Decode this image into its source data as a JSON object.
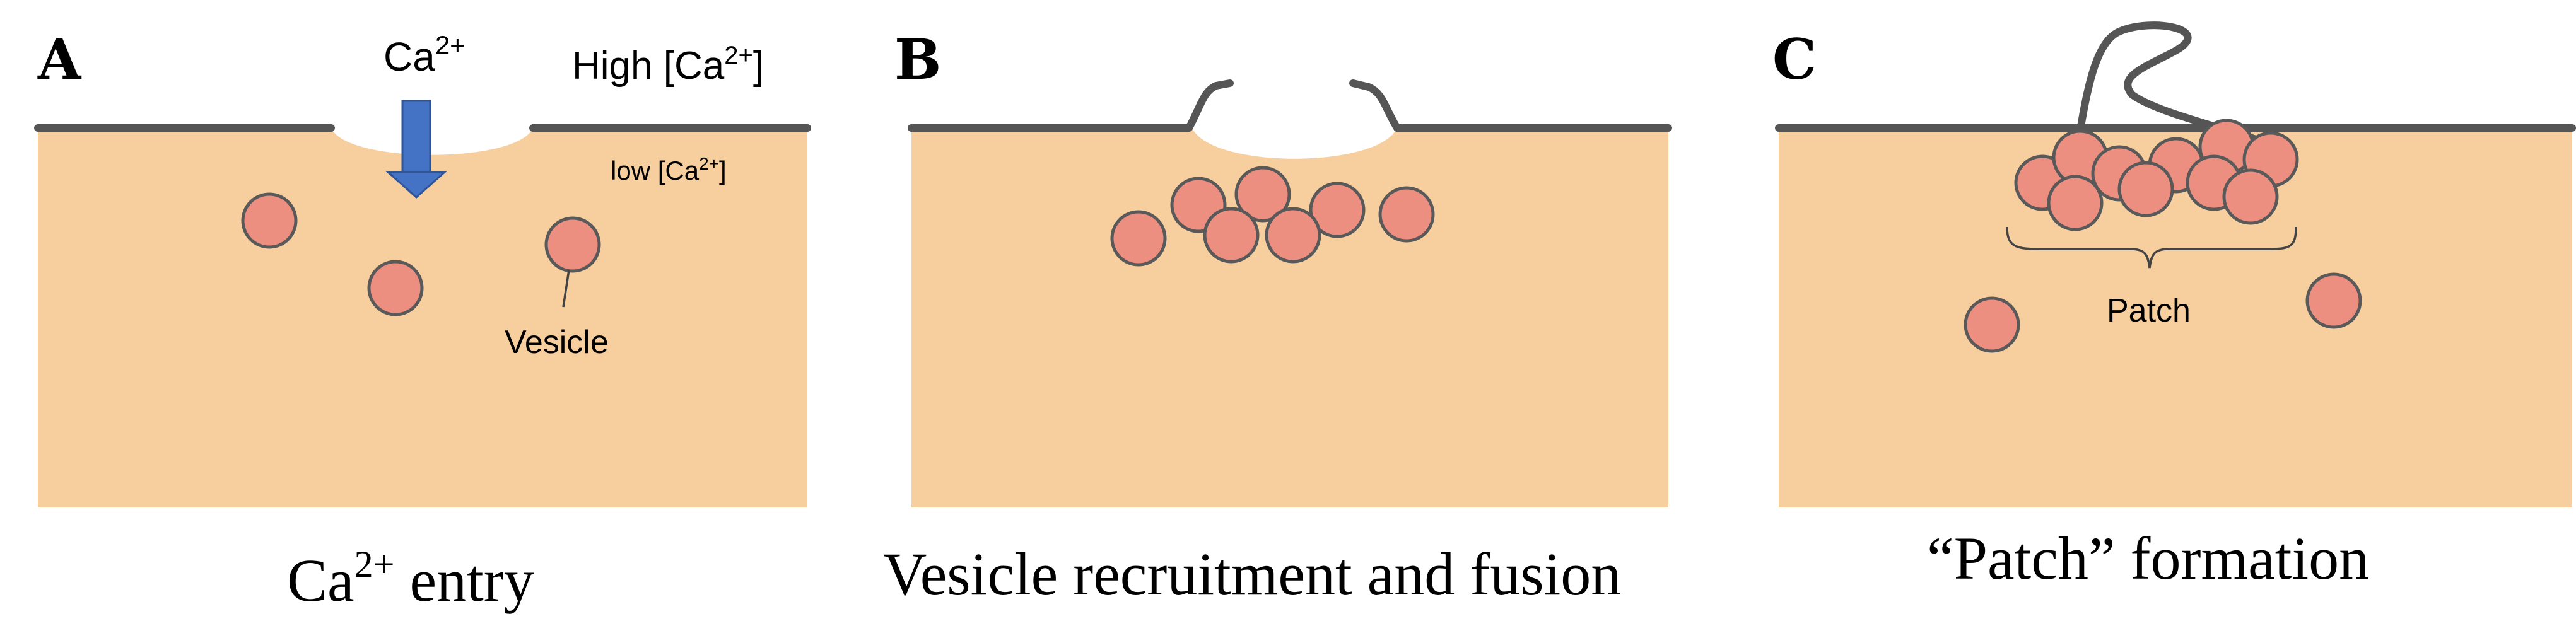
{
  "colors": {
    "cytoplasm": "#f7cf9f",
    "membrane": "#555555",
    "vesicle": "#ec8f80",
    "vesicle_outline": "#595959",
    "ca_arrow": "#4472c4"
  },
  "panels": [
    {
      "letter": "A",
      "ca_label": "Ca",
      "ca_sup": "2+",
      "high_label": "High [Ca",
      "high_sup": "2+",
      "high_close": "]",
      "low_label": "low [Ca",
      "low_sup": "2+",
      "low_close": "]",
      "vesicle_label": "Vesicle",
      "caption": "Ca",
      "caption_sup": "2+",
      "caption_rest": " entry"
    },
    {
      "letter": "B",
      "caption": "Vesicle recruitment and fusion"
    },
    {
      "letter": "C",
      "patch_label": "Patch",
      "caption": "“Patch” formation"
    }
  ]
}
